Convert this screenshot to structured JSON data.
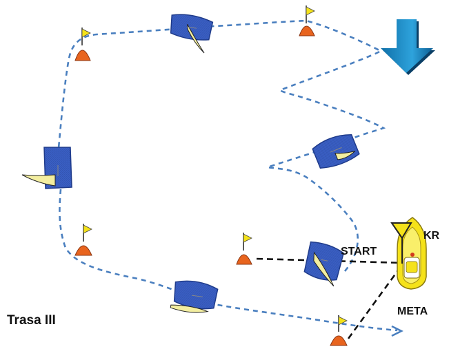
{
  "diagram": {
    "title": "Trasa III",
    "labels": {
      "start": "START",
      "committee_boat": "KR",
      "finish": "META"
    },
    "colors": {
      "course_line": "#4a7fbf",
      "boat_hull": "#3a5fc4",
      "sail": "#f3eea0",
      "buoy": "#e8641e",
      "flag": "#f4e21a",
      "wind_arrow": "#1a8fc9",
      "committee_boat": "#f5e21a",
      "start_finish_line": "#111111"
    },
    "icons": {
      "wind": "wind-direction-arrow-icon",
      "buoy": "marker-buoy-icon",
      "boat": "sailboat-icon",
      "committee": "committee-boat-icon"
    }
  }
}
